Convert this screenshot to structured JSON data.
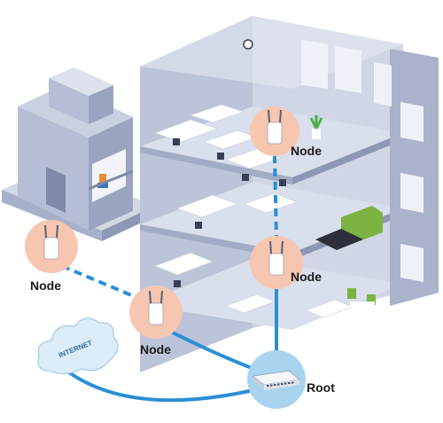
{
  "labels": {
    "node_top": "Node",
    "node_middle": "Node",
    "node_left": "Node",
    "node_bottom": "Node",
    "root": "Root",
    "internet": "INTERNET"
  },
  "colors": {
    "link_wired": "#2a8fd6",
    "link_wireless": "#2a8fd6",
    "node_circle": "#f7c6b0",
    "root_circle": "#a9d4f0",
    "building_wall": "#b9c1d6",
    "building_floor": "#d7dcea",
    "cloud": "#dcecf8"
  },
  "icons": {
    "node_device": "wireless-mesh-node-icon",
    "root_device": "network-switch-icon",
    "internet": "cloud-icon"
  }
}
